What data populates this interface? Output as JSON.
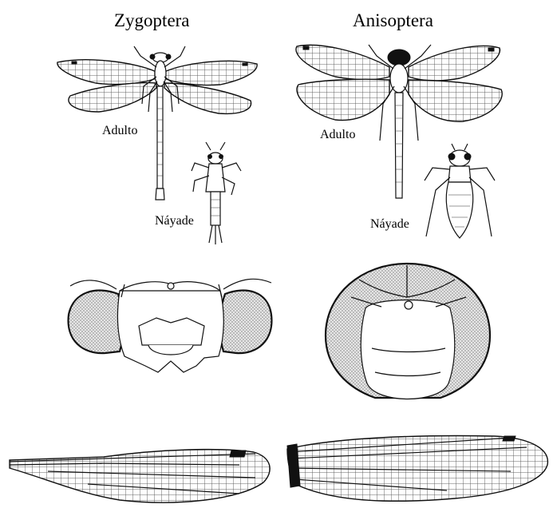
{
  "columns": {
    "left": {
      "title": "Zygoptera",
      "adult_label": "Adulto",
      "naiad_label": "Náyade"
    },
    "right": {
      "title": "Anisoptera",
      "adult_label": "Adulto",
      "naiad_label": "Náyade"
    }
  },
  "colors": {
    "ink": "#111111",
    "background": "#ffffff",
    "eye_shade": "#cfcfcf"
  }
}
